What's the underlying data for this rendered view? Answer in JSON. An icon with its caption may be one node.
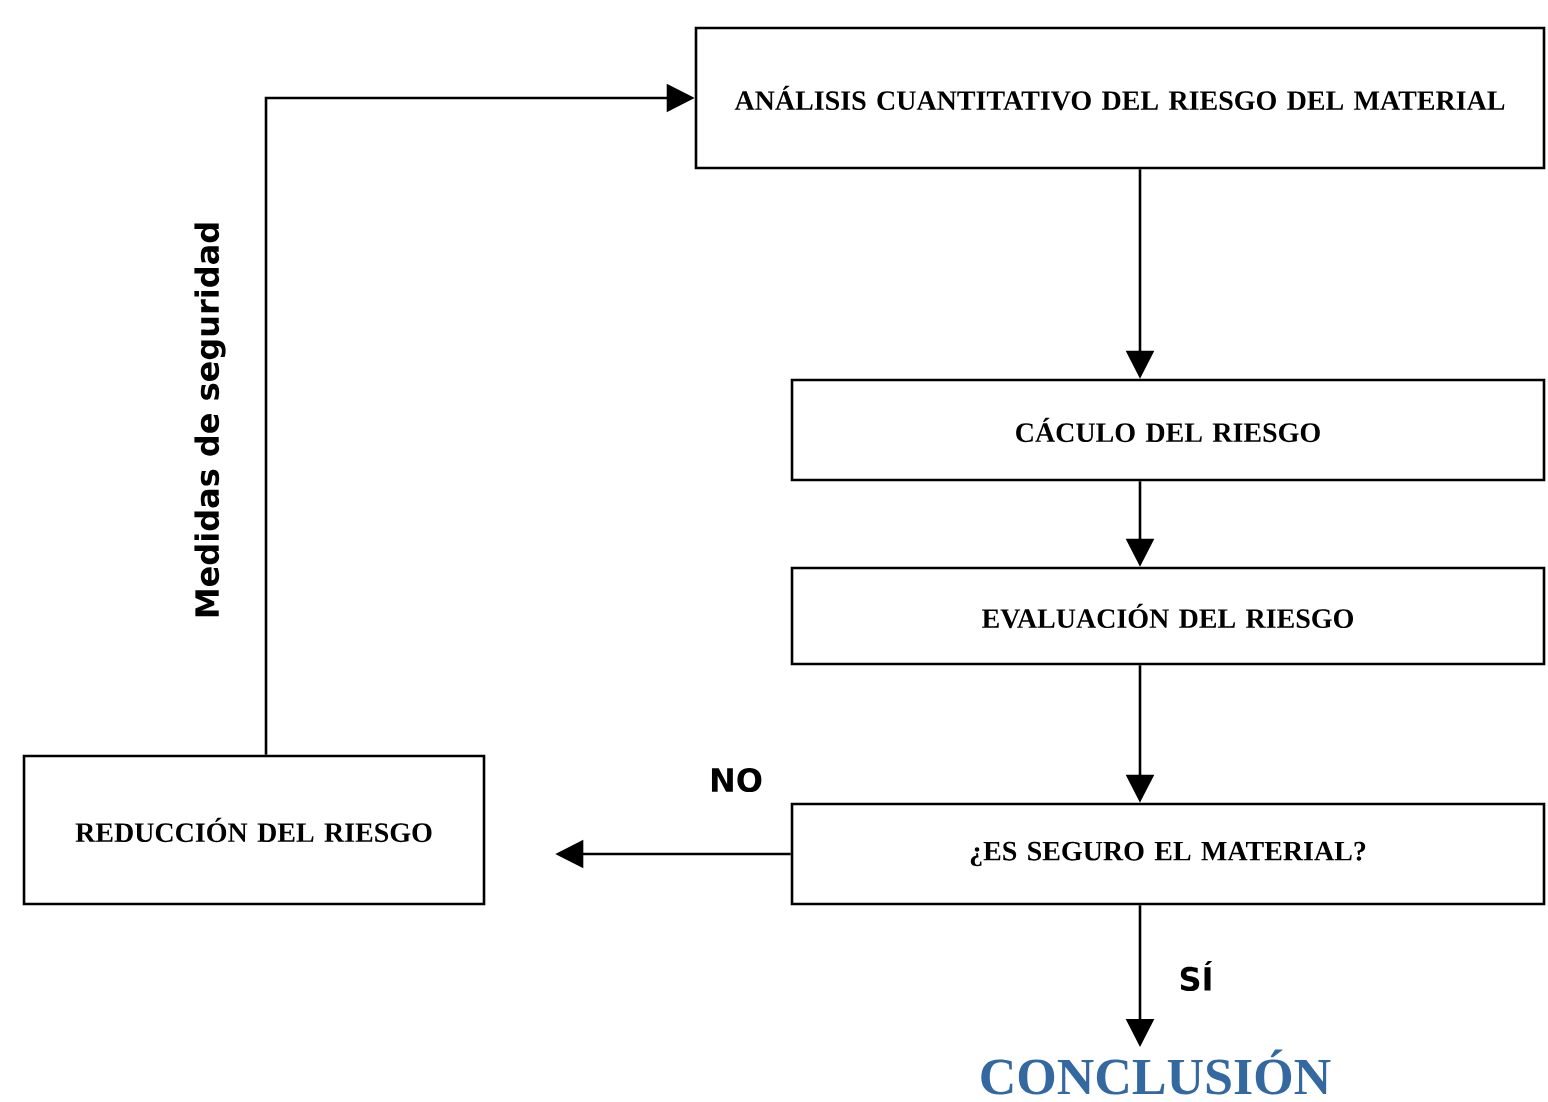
{
  "diagram": {
    "nodes": [
      {
        "text": [
          "ANÁLISIS CUANTITATIVO DEL RIESGO DEL MATERIAL"
        ]
      },
      {
        "text": [
          "CÁCULO DEL RIESGO"
        ]
      },
      {
        "text": [
          "EVALUACIÓN DEL RIESGO"
        ]
      },
      {
        "text": [
          "¿**ES SEGURO EL MATERIAL**?"
        ]
      },
      {
        "text": [
          "REDUCCIÓN DEL RIESGO"
        ]
      },
      {
        "text": [
          "CONCLUSIÓN"
        ]
      }
    ],
    "edges": [
      {
        "from": 0,
        "to": 1,
        "arrow": "to"
      },
      {
        "from": 1,
        "to": 2,
        "arrow": "to"
      },
      {
        "from": 2,
        "to": 3,
        "arrow": "to"
      },
      {
        "from": 3,
        "to": 4,
        "arrow": "to",
        "label": "NO"
      },
      {
        "from": 3,
        "to": 5,
        "arrow": "to",
        "label": "SÍ"
      },
      {
        "from": 4,
        "to": 0,
        "arrow": "to",
        "label": "Medidas de seguridad"
      }
    ]
  }
}
